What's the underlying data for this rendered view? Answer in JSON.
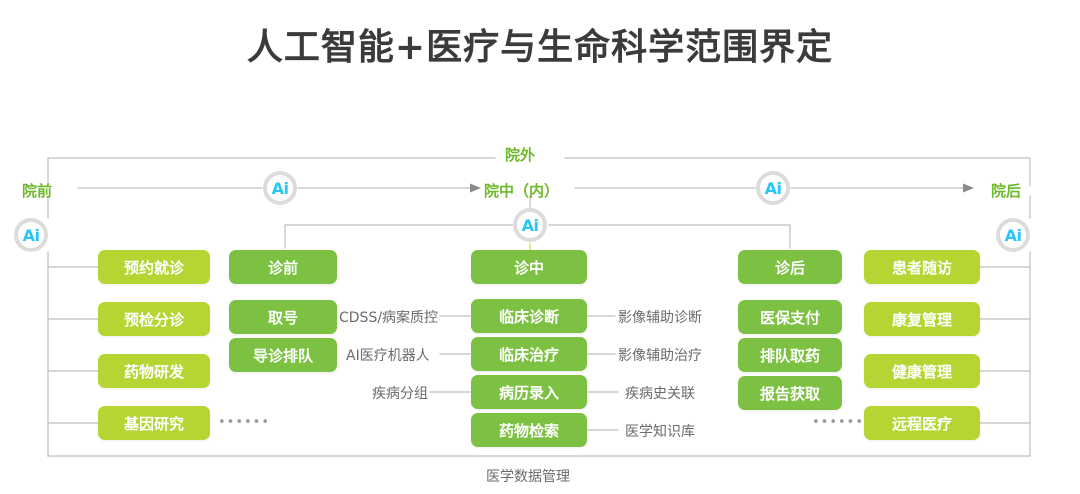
{
  "page": {
    "title": "人工智能+医疗与生命科学范围界定",
    "bottom_label": "医学数据管理",
    "ellipsis": "••••••",
    "colors": {
      "title_text": "#3b3b3b",
      "stage_text": "#6fb92c",
      "box_light": "#b5d532",
      "box_mid": "#7cc142",
      "caption_text": "#6b6b6b",
      "ai_text": "#29c5f6",
      "ai_ring": "#dcdcdc",
      "line": "#bfbfbf",
      "background": "#ffffff"
    }
  },
  "flow": {
    "stages": [
      {
        "id": "pre",
        "label": "院前"
      },
      {
        "id": "outer",
        "label": "院外"
      },
      {
        "id": "in",
        "label": "院中（内）"
      },
      {
        "id": "post",
        "label": "院后"
      }
    ],
    "ai_badges": [
      {
        "id": "ai-left-stage",
        "label": "Ai"
      },
      {
        "id": "ai-pre-to-in",
        "label": "Ai"
      },
      {
        "id": "ai-in-to-post",
        "label": "Ai"
      },
      {
        "id": "ai-right-stage",
        "label": "Ai"
      },
      {
        "id": "ai-inner-center",
        "label": "Ai"
      }
    ]
  },
  "columns": [
    {
      "id": "pre-hospital",
      "style": "light",
      "items": [
        {
          "label": "预约就诊"
        },
        {
          "label": "预检分诊"
        },
        {
          "label": "药物研发"
        },
        {
          "label": "基因研究"
        }
      ]
    },
    {
      "id": "pre-visit",
      "style": "mid",
      "items": [
        {
          "label": "诊前"
        },
        {
          "label": "取号"
        },
        {
          "label": "导诊排队"
        }
      ]
    },
    {
      "id": "in-visit",
      "style": "mid",
      "items": [
        {
          "label": "诊中"
        },
        {
          "label": "临床诊断"
        },
        {
          "label": "临床治疗"
        },
        {
          "label": "病历录入"
        },
        {
          "label": "药物检索"
        }
      ]
    },
    {
      "id": "post-visit",
      "style": "mid",
      "items": [
        {
          "label": "诊后"
        },
        {
          "label": "医保支付"
        },
        {
          "label": "排队取药"
        },
        {
          "label": "报告获取"
        }
      ]
    },
    {
      "id": "post-hospital",
      "style": "light",
      "items": [
        {
          "label": "患者随访"
        },
        {
          "label": "康复管理"
        },
        {
          "label": "健康管理"
        },
        {
          "label": "远程医疗"
        }
      ]
    }
  ],
  "captions": {
    "left_of_in_visit": [
      {
        "label": "CDSS/病案质控"
      },
      {
        "label": "AI医疗机器人"
      },
      {
        "label": "疾病分组"
      }
    ],
    "right_of_in_visit": [
      {
        "label": "影像辅助诊断"
      },
      {
        "label": "影像辅助治疗"
      },
      {
        "label": "疾病史关联"
      },
      {
        "label": "医学知识库"
      }
    ]
  }
}
